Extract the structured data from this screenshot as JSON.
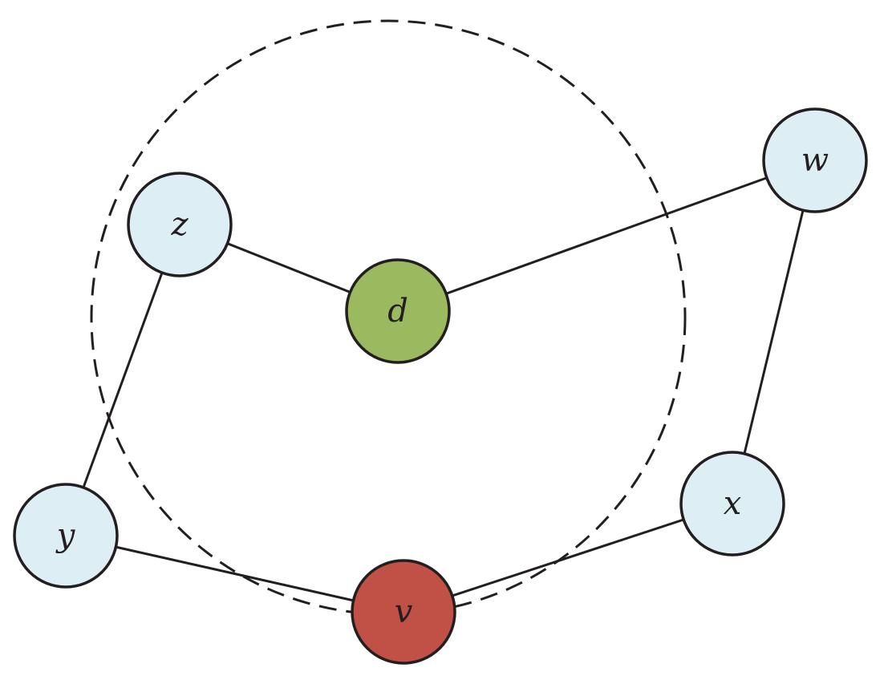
{
  "colors": {
    "default_node": "#ddeef4",
    "destination_node": "#9bba5f",
    "source_node": "#c15046",
    "stroke": "#231f20"
  },
  "nodes": [
    {
      "id": "z",
      "label": "z",
      "role": "default"
    },
    {
      "id": "d",
      "label": "d",
      "role": "destination"
    },
    {
      "id": "w",
      "label": "w",
      "role": "default"
    },
    {
      "id": "y",
      "label": "y",
      "role": "default"
    },
    {
      "id": "v",
      "label": "v",
      "role": "source"
    },
    {
      "id": "x",
      "label": "x",
      "role": "default"
    }
  ],
  "edges": [
    {
      "from": "z",
      "to": "d"
    },
    {
      "from": "d",
      "to": "w"
    },
    {
      "from": "z",
      "to": "y"
    },
    {
      "from": "y",
      "to": "v"
    },
    {
      "from": "v",
      "to": "x"
    },
    {
      "from": "x",
      "to": "w"
    }
  ],
  "boundary": {
    "style": "dashed",
    "shape": "circle"
  }
}
